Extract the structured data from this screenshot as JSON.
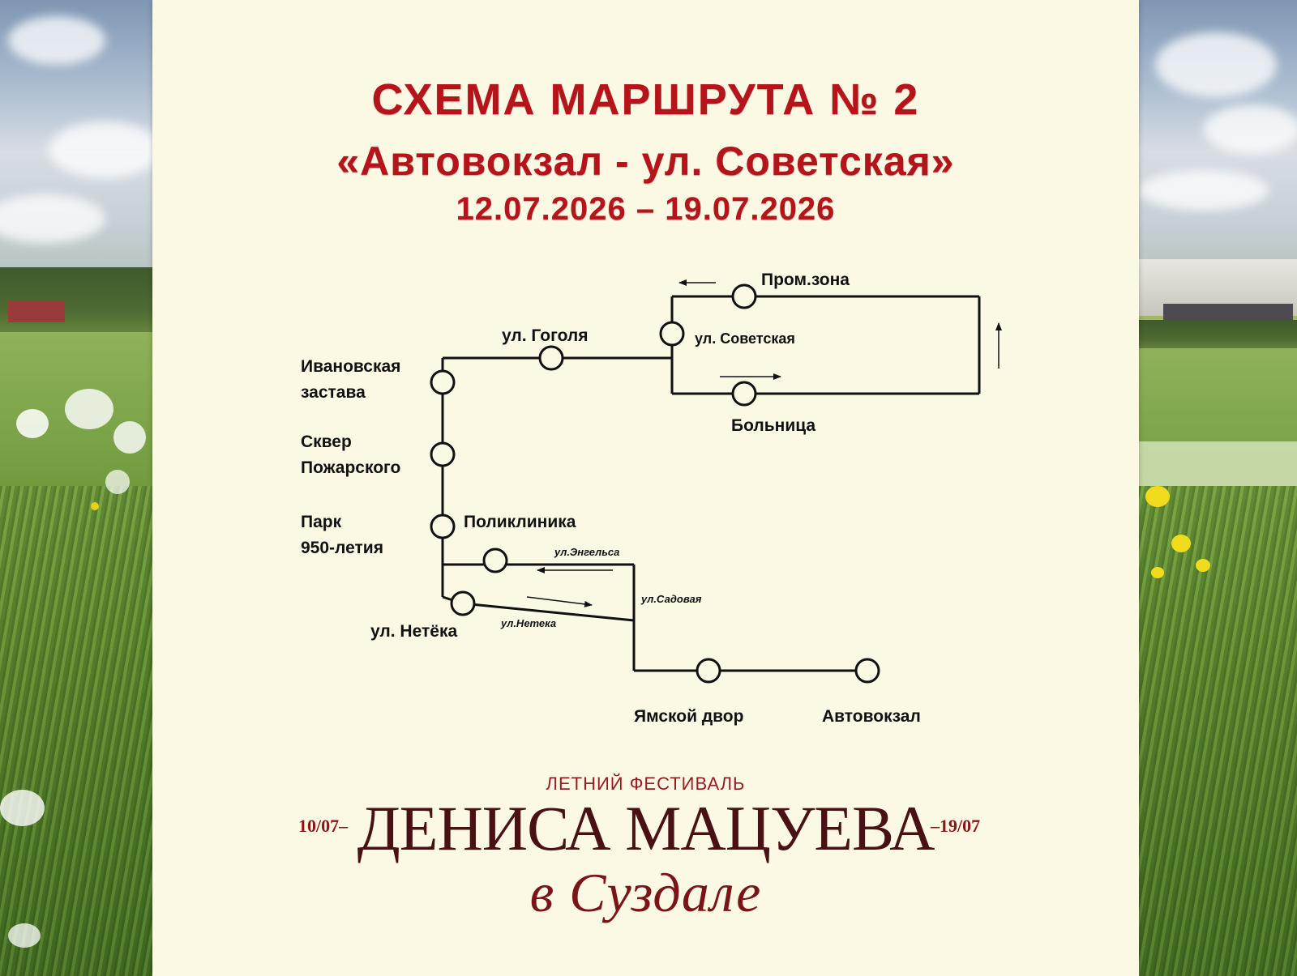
{
  "header": {
    "line1": "СХЕМА МАРШРУТА № 2",
    "line2": "«Автовокзал - ул. Советская»",
    "line3": "12.07.2026 – 19.07.2026"
  },
  "stops": {
    "promzona": "Пром.зона",
    "sovetskaya": "ул. Советская",
    "bolnitsa": "Больница",
    "gogolya": "ул. Гоголя",
    "ivanovskaya_1": "Ивановская",
    "ivanovskaya_2": "застава",
    "skver_1": "Сквер",
    "skver_2": "Пожарского",
    "park_1": "Парк",
    "park_2": "950-летия",
    "poliklinika": "Поликлиника",
    "neteka": "ул. Нетёка",
    "yamskoy": "Ямской двор",
    "avtovokzal": "Автовокзал"
  },
  "streets": {
    "engelsa": "ул.Энгельса",
    "sadovaya": "ул.Садовая",
    "neteka": "ул.Нетека"
  },
  "logo": {
    "top": "ЛЕТНИЙ ФЕСТИВАЛЬ",
    "name": "ДЕНИСА МАЦУЕВА",
    "date_start": "10/07–",
    "date_end": "–19/07",
    "script": "в Суздале"
  },
  "colors": {
    "title_red": "#b5141b",
    "logo_red": "#9a1a1f",
    "poster_bg": "#fbf8e4"
  }
}
